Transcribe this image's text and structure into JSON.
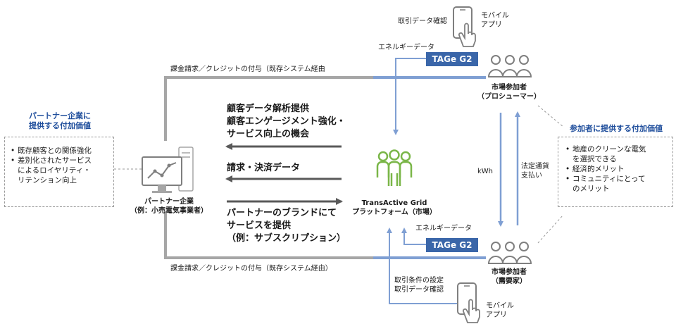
{
  "colors": {
    "arrow_blue": "#7f9fd3",
    "gray_line": "#a6a6a6",
    "dark_arrow": "#595959",
    "platform_green": "#7ab648",
    "tage_bg": "#3a66a9",
    "accent_blue_text": "#1f4e9c"
  },
  "left_panel": {
    "title_line1": "パートナー企業に",
    "title_line2": "提供する付加価値",
    "items": [
      "既存顧客との関係強化",
      "差別化されたサービス",
      "によるロイヤリティ・",
      "リテンション向上"
    ]
  },
  "right_panel": {
    "title": "参加者に提供する付加価値",
    "items": [
      "地産のクリーンな電気",
      "を選択できる",
      "経済的メリット",
      "コミュニティにとって",
      "のメリット"
    ]
  },
  "partner": {
    "icon": "computer-chart-icon",
    "label_line1": "パートナー企業",
    "label_line2": "（例：小売電気事業者）"
  },
  "platform": {
    "icon": "people-group-icon",
    "label_line1": "TransActive Grid",
    "label_line2": "プラットフォーム（市場）"
  },
  "prosumer": {
    "icon": "people-icon",
    "label_line1": "市場参加者",
    "label_line2": "（プロシューマー）"
  },
  "consumer": {
    "icon": "people-icon",
    "label_line1": "市場参加者",
    "label_line2": "（需要家）"
  },
  "billing_top": "課金請求／クレジットの付与（既存システム経由",
  "billing_bottom": "課金請求／クレジットの付与（既存システム経由）",
  "flows": {
    "analysis_line1": "顧客データ解析提供",
    "analysis_line2": "顧客エンゲージメント強化・",
    "analysis_line3": "サービス向上の機会",
    "billing_data": "請求・決済データ",
    "brand_line1": "パートナーのブランドにて",
    "brand_line2": "サービスを提供",
    "brand_line3": "（例：サブスクリプション）"
  },
  "tage_top": {
    "label": "TAGe G2",
    "energy_data": "エネルギーデータ"
  },
  "tage_bottom": {
    "label": "TAGe G2",
    "energy_data": "エネルギーデータ"
  },
  "mobile_top": {
    "icon": "mobile-tap-icon",
    "caption": "取引データ確認",
    "label_line1": "モバイル",
    "label_line2": "アプリ"
  },
  "mobile_bottom": {
    "icon": "mobile-tap-icon",
    "caption_line1": "取引条件の設定",
    "caption_line2": "取引データ確認",
    "label_line1": "モバイル",
    "label_line2": "アプリ"
  },
  "kwh": "kWh",
  "payment_line1": "法定通貨",
  "payment_line2": "支払い"
}
